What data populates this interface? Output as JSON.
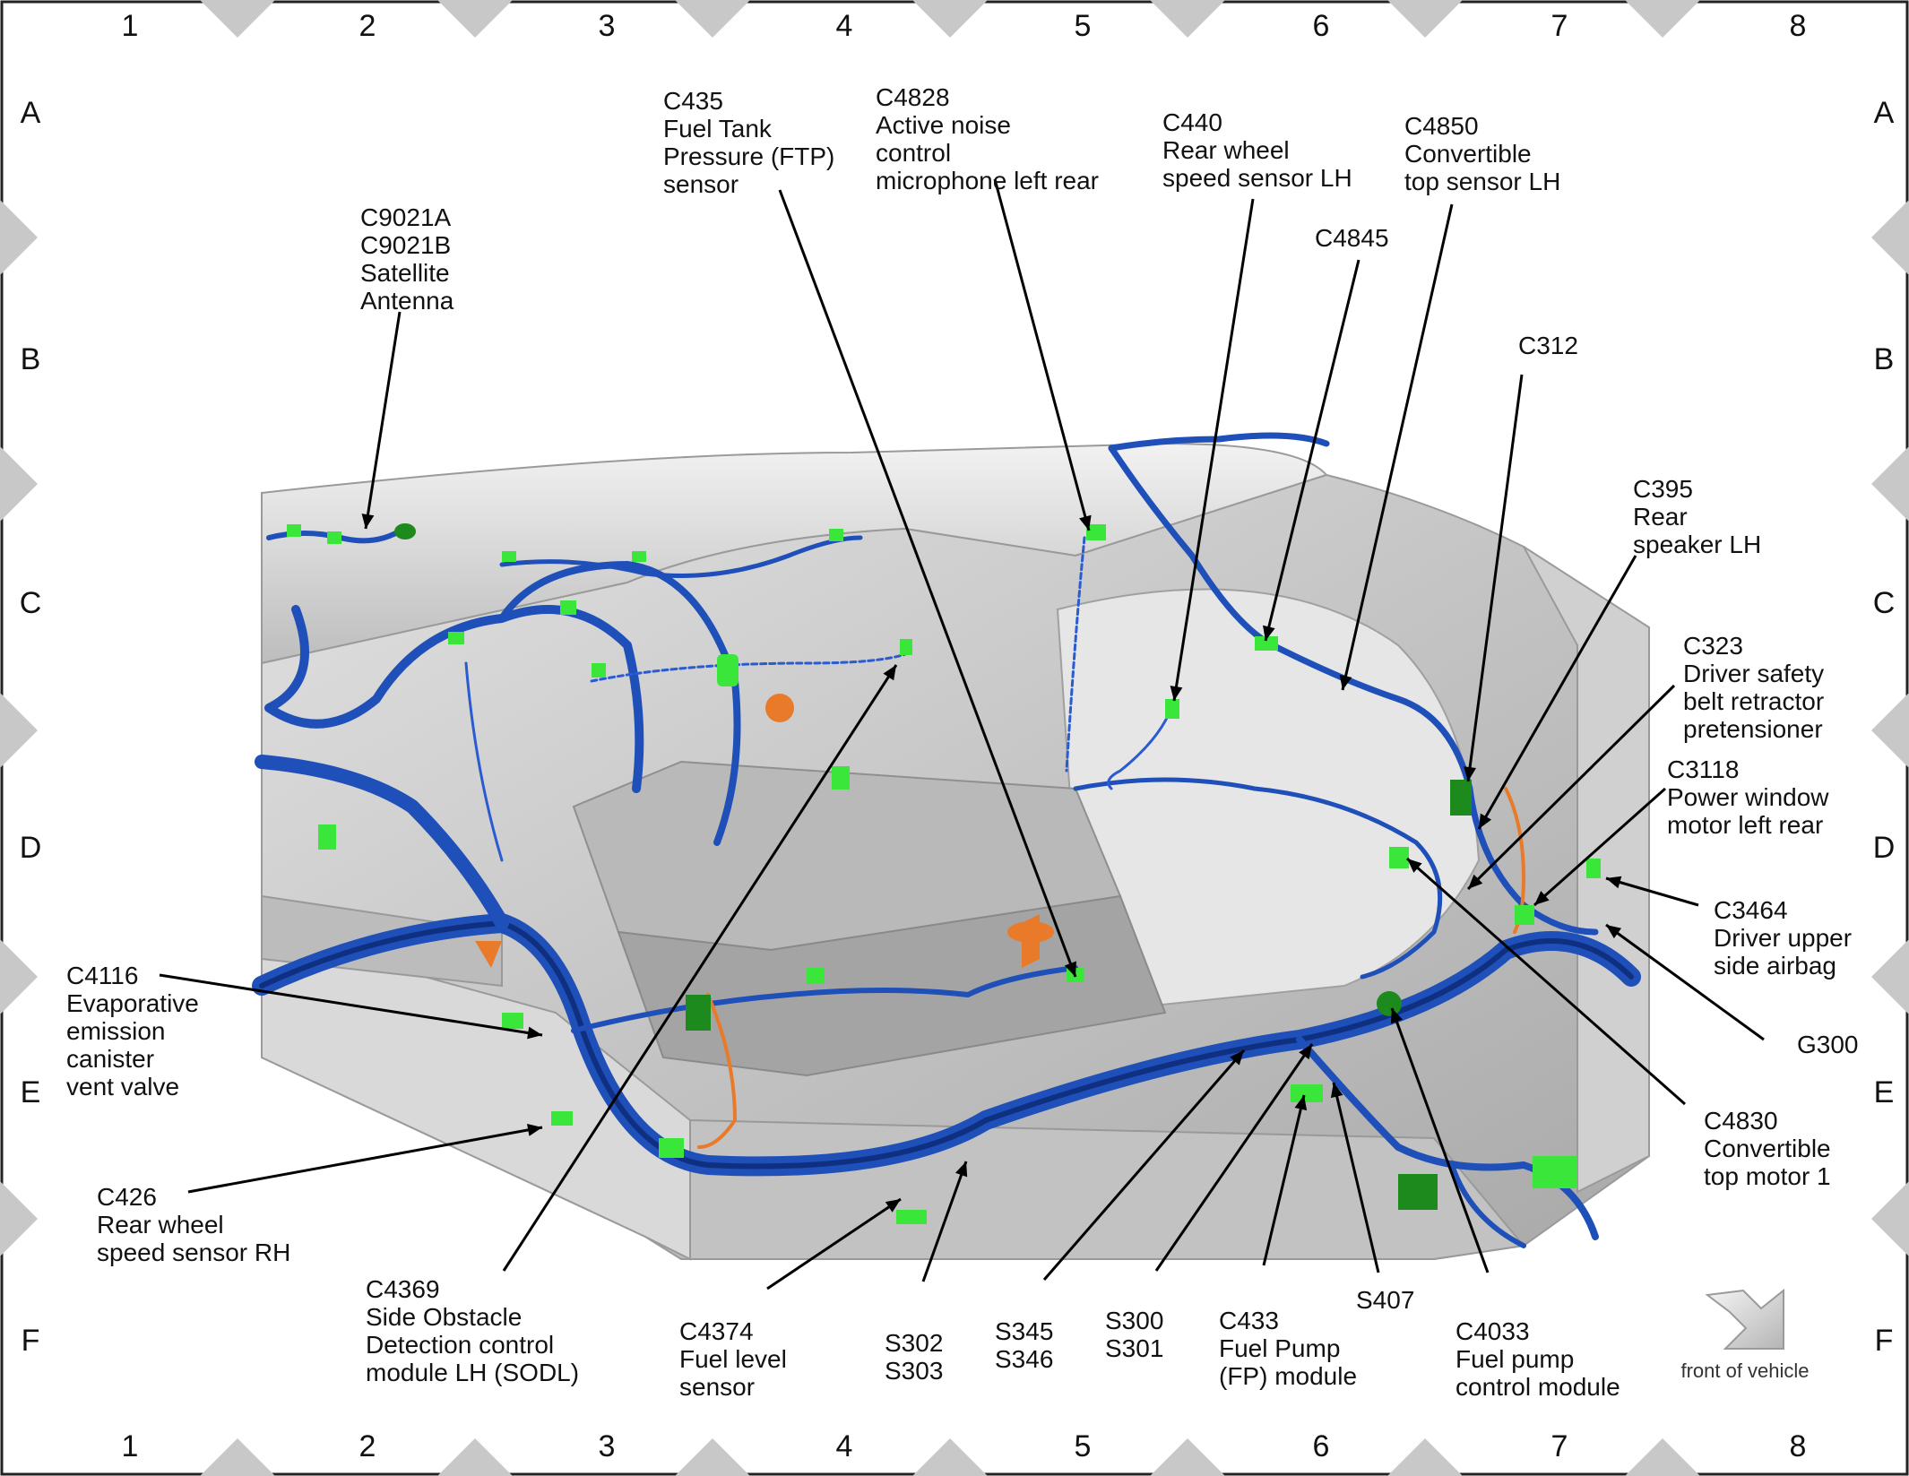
{
  "grid": {
    "columns": [
      "1",
      "2",
      "3",
      "4",
      "5",
      "6",
      "7",
      "8"
    ],
    "rows": [
      "A",
      "B",
      "C",
      "D",
      "E",
      "F"
    ]
  },
  "callouts": [
    {
      "id": "c9021",
      "lines": [
        "C9021A",
        "C9021B",
        "Satellite",
        "Antenna"
      ]
    },
    {
      "id": "c435",
      "lines": [
        "C435",
        "Fuel Tank",
        "Pressure (FTP)",
        "sensor"
      ]
    },
    {
      "id": "c4828",
      "lines": [
        "C4828",
        "Active noise",
        "control",
        "microphone left rear"
      ]
    },
    {
      "id": "c440",
      "lines": [
        "C440",
        "Rear wheel",
        "speed sensor LH"
      ]
    },
    {
      "id": "c4850",
      "lines": [
        "C4850",
        "Convertible",
        "top sensor LH"
      ]
    },
    {
      "id": "c4845",
      "lines": [
        "C4845"
      ]
    },
    {
      "id": "c312",
      "lines": [
        "C312"
      ]
    },
    {
      "id": "c395",
      "lines": [
        "C395",
        "Rear",
        "speaker LH"
      ]
    },
    {
      "id": "c323",
      "lines": [
        "C323",
        "Driver safety",
        "belt retractor",
        "pretensioner"
      ]
    },
    {
      "id": "c3118",
      "lines": [
        "C3118",
        "Power window",
        "motor left rear"
      ]
    },
    {
      "id": "c3464",
      "lines": [
        "C3464",
        "Driver upper",
        "side airbag"
      ]
    },
    {
      "id": "g300",
      "lines": [
        "G300"
      ]
    },
    {
      "id": "c4830",
      "lines": [
        "C4830",
        "Convertible",
        "top motor 1"
      ]
    },
    {
      "id": "c4116",
      "lines": [
        "C4116",
        "Evaporative",
        "emission",
        "canister",
        "vent valve"
      ]
    },
    {
      "id": "c426",
      "lines": [
        "C426",
        "Rear wheel",
        "speed sensor RH"
      ]
    },
    {
      "id": "c4369",
      "lines": [
        "C4369",
        "Side Obstacle",
        "Detection control",
        "module LH (SODL)"
      ]
    },
    {
      "id": "c4374",
      "lines": [
        "C4374",
        "Fuel level",
        "sensor"
      ]
    },
    {
      "id": "s302",
      "lines": [
        "S302",
        "S303"
      ]
    },
    {
      "id": "s345",
      "lines": [
        "S345",
        "S346"
      ]
    },
    {
      "id": "s300",
      "lines": [
        "S300",
        "S301"
      ]
    },
    {
      "id": "c433",
      "lines": [
        "C433",
        "Fuel Pump",
        "(FP) module"
      ]
    },
    {
      "id": "s407",
      "lines": [
        "S407"
      ]
    },
    {
      "id": "c4033",
      "lines": [
        "C4033",
        "Fuel pump",
        "control module"
      ]
    }
  ],
  "front_label": "front of vehicle",
  "colors": {
    "harness": "#1f4fb8",
    "harness_dark": "#0f2f80",
    "connector": "#39e639",
    "connector_dark": "#1c8a1c",
    "splice": "#e87a2a",
    "body": "#c9c9c9",
    "frame_diamond": "#c8c8c8"
  }
}
